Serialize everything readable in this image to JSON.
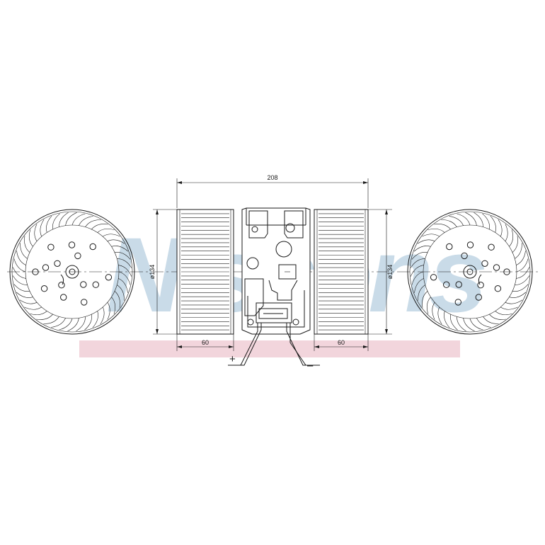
{
  "watermark": {
    "text": "Nissens",
    "color": "#c9dbe8",
    "band_color": "#f2d5dc"
  },
  "dimensions": {
    "overall_length": "208",
    "left_wheel_width": "60",
    "right_wheel_width": "60",
    "left_diameter": "ø134",
    "right_diameter": "ø134"
  },
  "terminals": {
    "positive": "+",
    "negative": "–"
  },
  "colors": {
    "line": "#1a1a1a",
    "background": "#ffffff"
  }
}
